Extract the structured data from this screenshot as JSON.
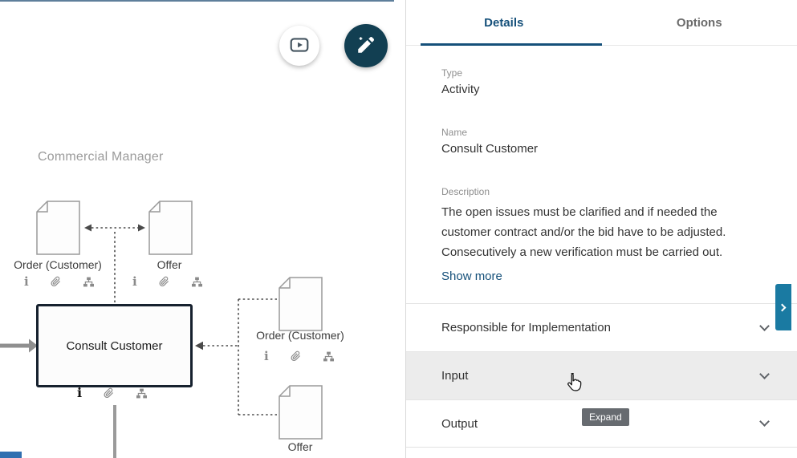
{
  "colors": {
    "accent_blue": "#15507a",
    "flyout_blue": "#1a7aa2",
    "wand_button_bg": "#123f52",
    "hover_row_gray": "#ececec",
    "lane_line_blue": "#5e7f9b",
    "scroll_bar_blue": "#2f6fb0"
  },
  "icons": {
    "info_glyph": "i",
    "paperclip": "paperclip-icon",
    "org_chart": "org-chart-icon",
    "chevron_down": "chevron-down-icon",
    "chevron_right": "chevron-right-icon",
    "play": "play-demo-icon",
    "wand": "generate-model-icon",
    "cursor": "hand-cursor"
  },
  "canvas": {
    "lane_label": "Commercial Manager",
    "activity_label": "Consult Customer",
    "doc_top_left_label": "Order (Customer)",
    "doc_top_right_label": "Offer",
    "doc_right_label": "Order (Customer)",
    "doc_bottom_label": "Offer"
  },
  "panel": {
    "tabs": [
      {
        "label": "Details"
      },
      {
        "label": "Options"
      }
    ],
    "type_label": "Type",
    "type_value": "Activity",
    "name_label": "Name",
    "name_value": "Consult Customer",
    "description_label": "Description",
    "description_text": "The open issues must be clarified and if needed the customer contract and/or the bid have to be adjusted. Consecutively a new verification must be carried out.",
    "show_more": "Show more",
    "sections": [
      {
        "label": "Responsible for Implementation"
      },
      {
        "label": "Input"
      },
      {
        "label": "Output"
      }
    ],
    "tooltip": "Expand"
  }
}
